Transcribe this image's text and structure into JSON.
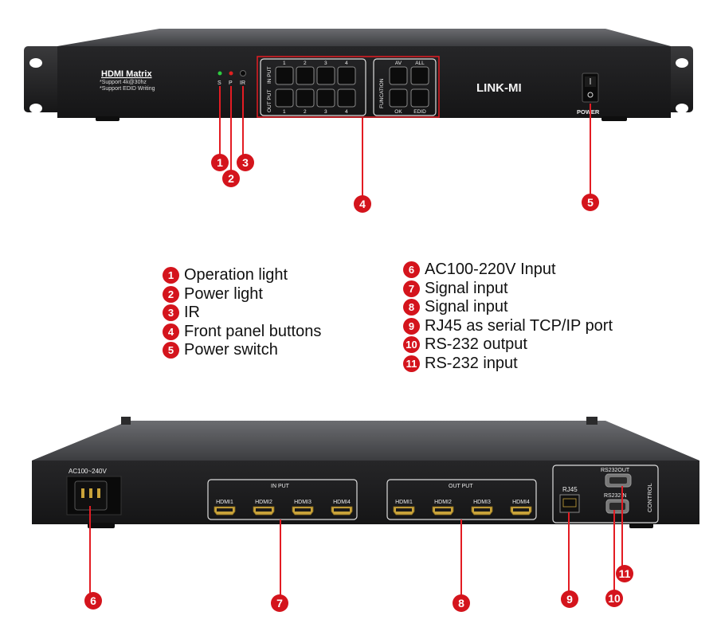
{
  "front_panel": {
    "model_title": "HDMI Matrix",
    "support_line1": "*Support 4k@30hz",
    "support_line2": "*Support EDID Writing",
    "indicators": [
      "S",
      "P",
      "IR"
    ],
    "output_label": "OUT PUT",
    "input_label": "IN PUT",
    "channel_numbers": [
      "1",
      "2",
      "3",
      "4"
    ],
    "function_label": "FUNCATION",
    "function_keys_top": [
      "AV",
      "ALL"
    ],
    "function_keys_bottom": [
      "OK",
      "EDID"
    ],
    "brand": "LINK-MI",
    "power_label": "POWER"
  },
  "rear_panel": {
    "ac_label": "AC100~240V",
    "input_group_label": "IN PUT",
    "output_group_label": "OUT PUT",
    "hdmi_ports": [
      "HDMI1",
      "HDMI2",
      "HDMI3",
      "HDMI4"
    ],
    "rj45_label": "RJ45",
    "rs232_out_label": "RS232OUT",
    "rs232_in_label": "RS232IN",
    "control_label": "CONTROL"
  },
  "callouts": [
    "1",
    "2",
    "3",
    "4",
    "5",
    "6",
    "7",
    "8",
    "9",
    "10",
    "11"
  ],
  "legend_left": [
    {
      "num": "1",
      "text": "Operation light"
    },
    {
      "num": "2",
      "text": "Power light"
    },
    {
      "num": "3",
      "text": "IR"
    },
    {
      "num": "4",
      "text": "Front panel buttons"
    },
    {
      "num": "5",
      "text": "Power switch"
    }
  ],
  "legend_right": [
    {
      "num": "6",
      "text": "AC100-220V Input"
    },
    {
      "num": "7",
      "text": "Signal input"
    },
    {
      "num": "8",
      "text": "Signal input"
    },
    {
      "num": "9",
      "text": "RJ45 as serial TCP/IP port"
    },
    {
      "num": "10",
      "text": "RS-232 output"
    },
    {
      "num": "11",
      "text": "RS-232 input"
    }
  ],
  "colors": {
    "callout_red": "#d4141c",
    "chassis": "#1f1f21",
    "chassis_top": "#4a4b4f",
    "gold": "#c9a33a"
  }
}
